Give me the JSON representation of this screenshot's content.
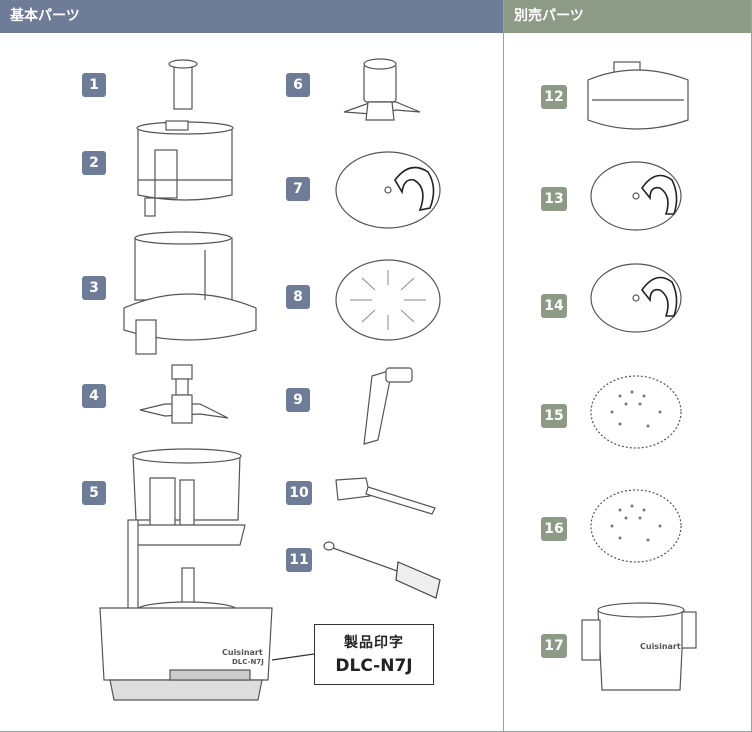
{
  "headers": {
    "basic": "基本パーツ",
    "optional": "別売パーツ"
  },
  "badges": {
    "b1": "1",
    "b2": "2",
    "b3": "3",
    "b4": "4",
    "b5": "5",
    "b6": "6",
    "b7": "7",
    "b8": "8",
    "b9": "9",
    "b10": "10",
    "b11": "11",
    "b12": "12",
    "b13": "13",
    "b14": "14",
    "b15": "15",
    "b16": "16",
    "b17": "17"
  },
  "callout": {
    "title": "製品印字",
    "model": "DLC-N7J"
  },
  "product_marks": {
    "brand": "Cuisinart",
    "base_model": "DLC-N7J"
  },
  "colors": {
    "basic_accent": "#6e7c97",
    "optional_accent": "#8c9a86"
  }
}
